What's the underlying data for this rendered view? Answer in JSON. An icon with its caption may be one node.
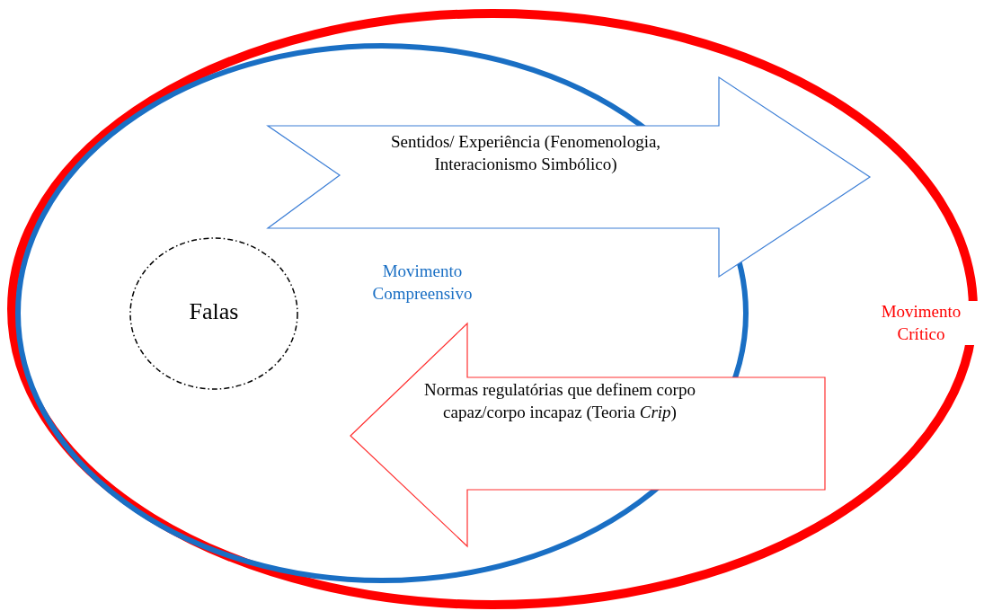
{
  "diagram": {
    "nodes": [
      {
        "text": [
          "Movimento Crítico"
        ]
      },
      {
        "text": [
          "Movimento Compreensivo"
        ],
        "in": 0
      },
      {
        "text": [
          "Falas"
        ],
        "in": 1
      },
      {
        "text": [
          "Sentidos/ Experiência (Fenomenologia, Interacionismo Simbólico)"
        ],
        "in": 0
      },
      {
        "text": [
          "Normas regulatórias que definem corpo capaz/corpo incapaz (Teoria *Crip*)"
        ],
        "in": 0
      }
    ]
  }
}
